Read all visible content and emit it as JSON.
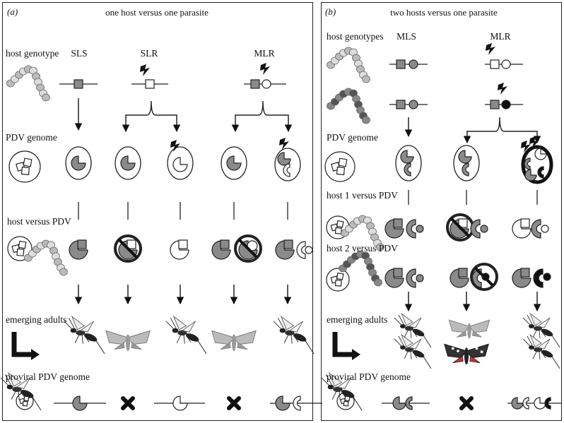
{
  "panel_a": {
    "letter": "(a)",
    "title": "one host versus one parasite",
    "host_genotype_label": "host genotype",
    "genotypes": [
      "SLS",
      "SLR",
      "MLR"
    ],
    "pdv_genome_label": "PDV genome",
    "host_vs_pdv_label": "host versus PDV",
    "emerging_adults_label": "emerging adults",
    "proviral_label": "proviral PDV genome"
  },
  "panel_b": {
    "letter": "(b)",
    "title": "two hosts versus one parasite",
    "host_genotypes_label": "host genotypes",
    "genotypes": [
      "MLS",
      "MLR"
    ],
    "pdv_genome_label": "PDV genome",
    "host1_label": "host 1 versus PDV",
    "host2_label": "host 2 versus PDV",
    "emerging_adults_label": "emerging adults",
    "proviral_label": "proviral PDV genome"
  },
  "colors": {
    "grey_fill": "#8a8a8a",
    "black_fill": "#111111",
    "outline": "#222222",
    "background": "#ffffff"
  }
}
